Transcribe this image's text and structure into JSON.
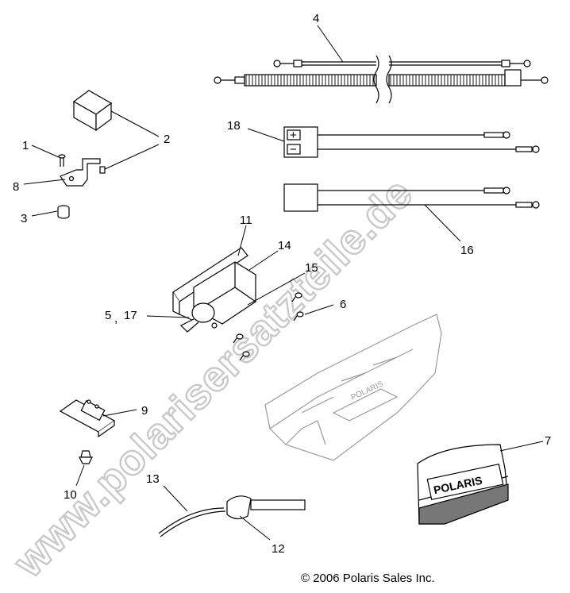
{
  "callouts": {
    "c1": "1",
    "c2": "2",
    "c3": "3",
    "c4": "4",
    "c5": "5",
    "c5sep": ",",
    "c17": "17",
    "c6": "6",
    "c7": "7",
    "c8": "8",
    "c9": "9",
    "c10": "10",
    "c11": "11",
    "c12": "12",
    "c13": "13",
    "c14": "14",
    "c15": "15",
    "c16": "16",
    "c18": "18"
  },
  "copyright": "© 2006 Polaris Sales Inc.",
  "watermark": "www.polarisersatzteile.de",
  "bumper_plate_logo": "POLARIS",
  "grille_logo": "POLARIS",
  "connector_marks": {
    "plus": "+",
    "minus": "−"
  },
  "colors": {
    "line": "#000000",
    "watermark": "#c9c9c9",
    "bumper_outline": "#9a9a9a"
  }
}
